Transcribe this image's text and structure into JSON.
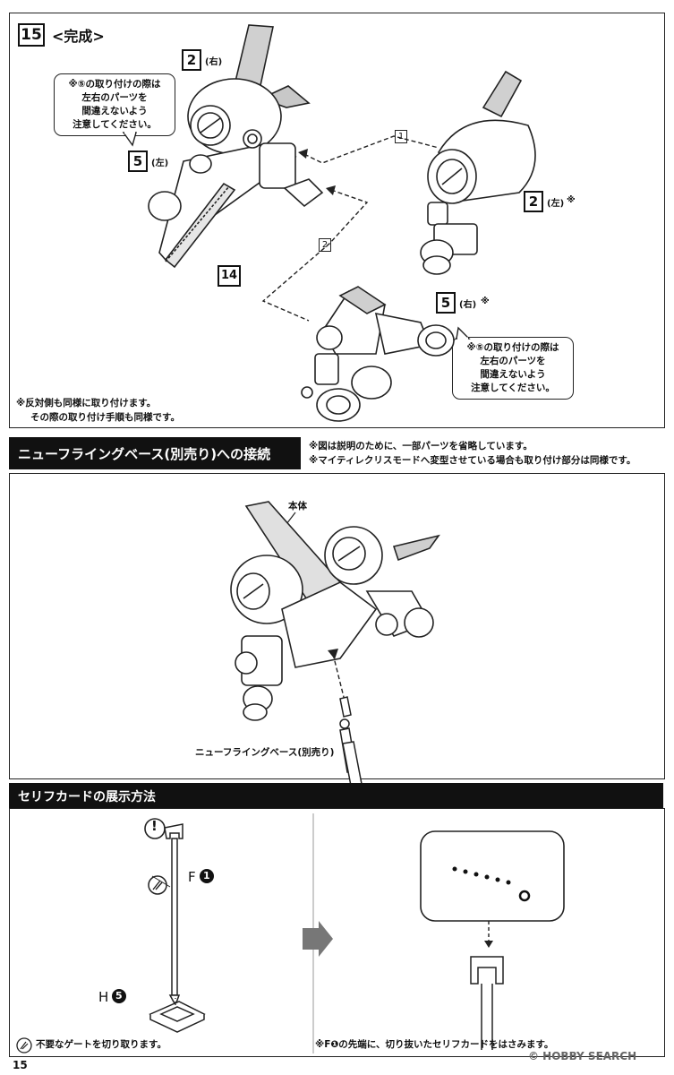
{
  "page_number": "15",
  "step": {
    "number": "15",
    "title": "<完成>",
    "caution_left": [
      "※⑤の取り付けの際は",
      "左右のパーツを",
      "間違えないよう",
      "注意してください。"
    ],
    "caution_right": [
      "※⑤の取り付けの際は",
      "左右のパーツを",
      "間違えないよう",
      "注意してください。"
    ],
    "labels": {
      "part2_right": {
        "num": "2",
        "side": "(右)"
      },
      "part5_left": {
        "num": "5",
        "side": "(左)"
      },
      "part14": {
        "num": "14"
      },
      "part2_left": {
        "num": "2",
        "side": "(左)",
        "mark": "※"
      },
      "part5_right": {
        "num": "5",
        "side": "(右)",
        "mark": "※"
      },
      "route1": "1",
      "route2": "2"
    },
    "footnote": [
      "※反対側も同様に取り付けます。",
      "その際の取り付け手順も同様です。"
    ]
  },
  "flying_base": {
    "heading": "ニューフライングベース(別売り)への接続",
    "notes": [
      "※図は説明のために、一部パーツを省略しています。",
      "※マイティレクリスモードへ変型させている場合も取り付け部分は同様です。"
    ],
    "body_label": "本体",
    "base_label": "ニューフライングベース(別売り)"
  },
  "serif_card": {
    "heading": "セリフカードの展示方法",
    "part_f": "F",
    "part_f_num": "1",
    "part_h": "H",
    "part_h_num": "5",
    "caution_mark": "!",
    "gate_note": "不要なゲートを切り取ります。",
    "card_note": "※F❶の先端に、切り抜いたセリフカードをはさみます。"
  },
  "watermark": "© HOBBY SEARCH"
}
